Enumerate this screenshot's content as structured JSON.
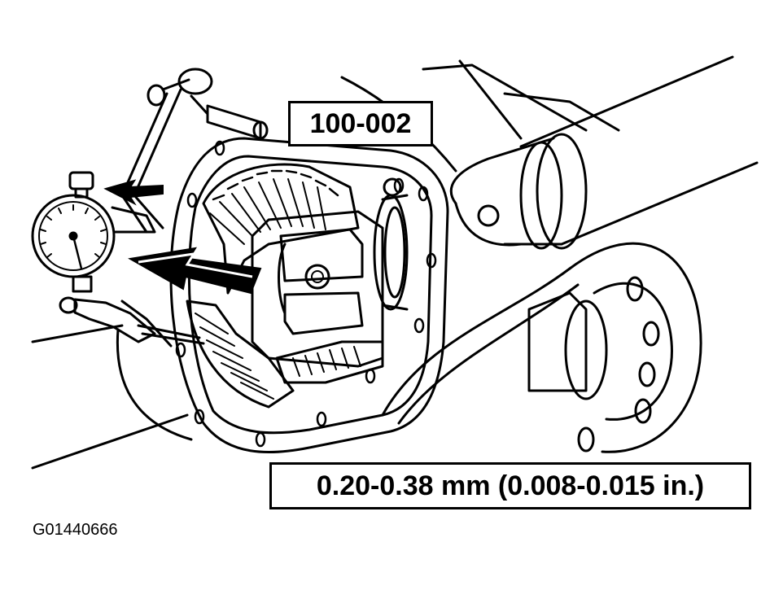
{
  "illustration": {
    "tool_number": "100-002",
    "specification": "0.20-0.38 mm (0.008-0.015 in.)",
    "figure_code": "G01440666"
  },
  "icons": [
    "dial-indicator-icon",
    "differential-assembly-icon",
    "arrow-icon"
  ],
  "colors": {
    "ink": "#000000",
    "paper": "#ffffff"
  }
}
